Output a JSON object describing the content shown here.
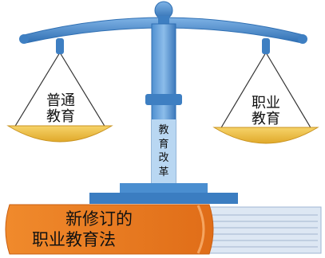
{
  "scale": {
    "left_pan_label": [
      "普通",
      "教育"
    ],
    "right_pan_label": [
      "职业",
      "教育"
    ],
    "pillar_label": [
      "教",
      "育",
      "改",
      "革"
    ]
  },
  "book": {
    "title_lines": [
      "新修订的",
      "职业教育法"
    ]
  },
  "colors": {
    "scale_blue": "#4a8ed0",
    "scale_blue_dark": "#2f6fb3",
    "pan_yellow": "#f2c84b",
    "book_orange": "#e87a22",
    "book_pages": "#dde7f3"
  }
}
